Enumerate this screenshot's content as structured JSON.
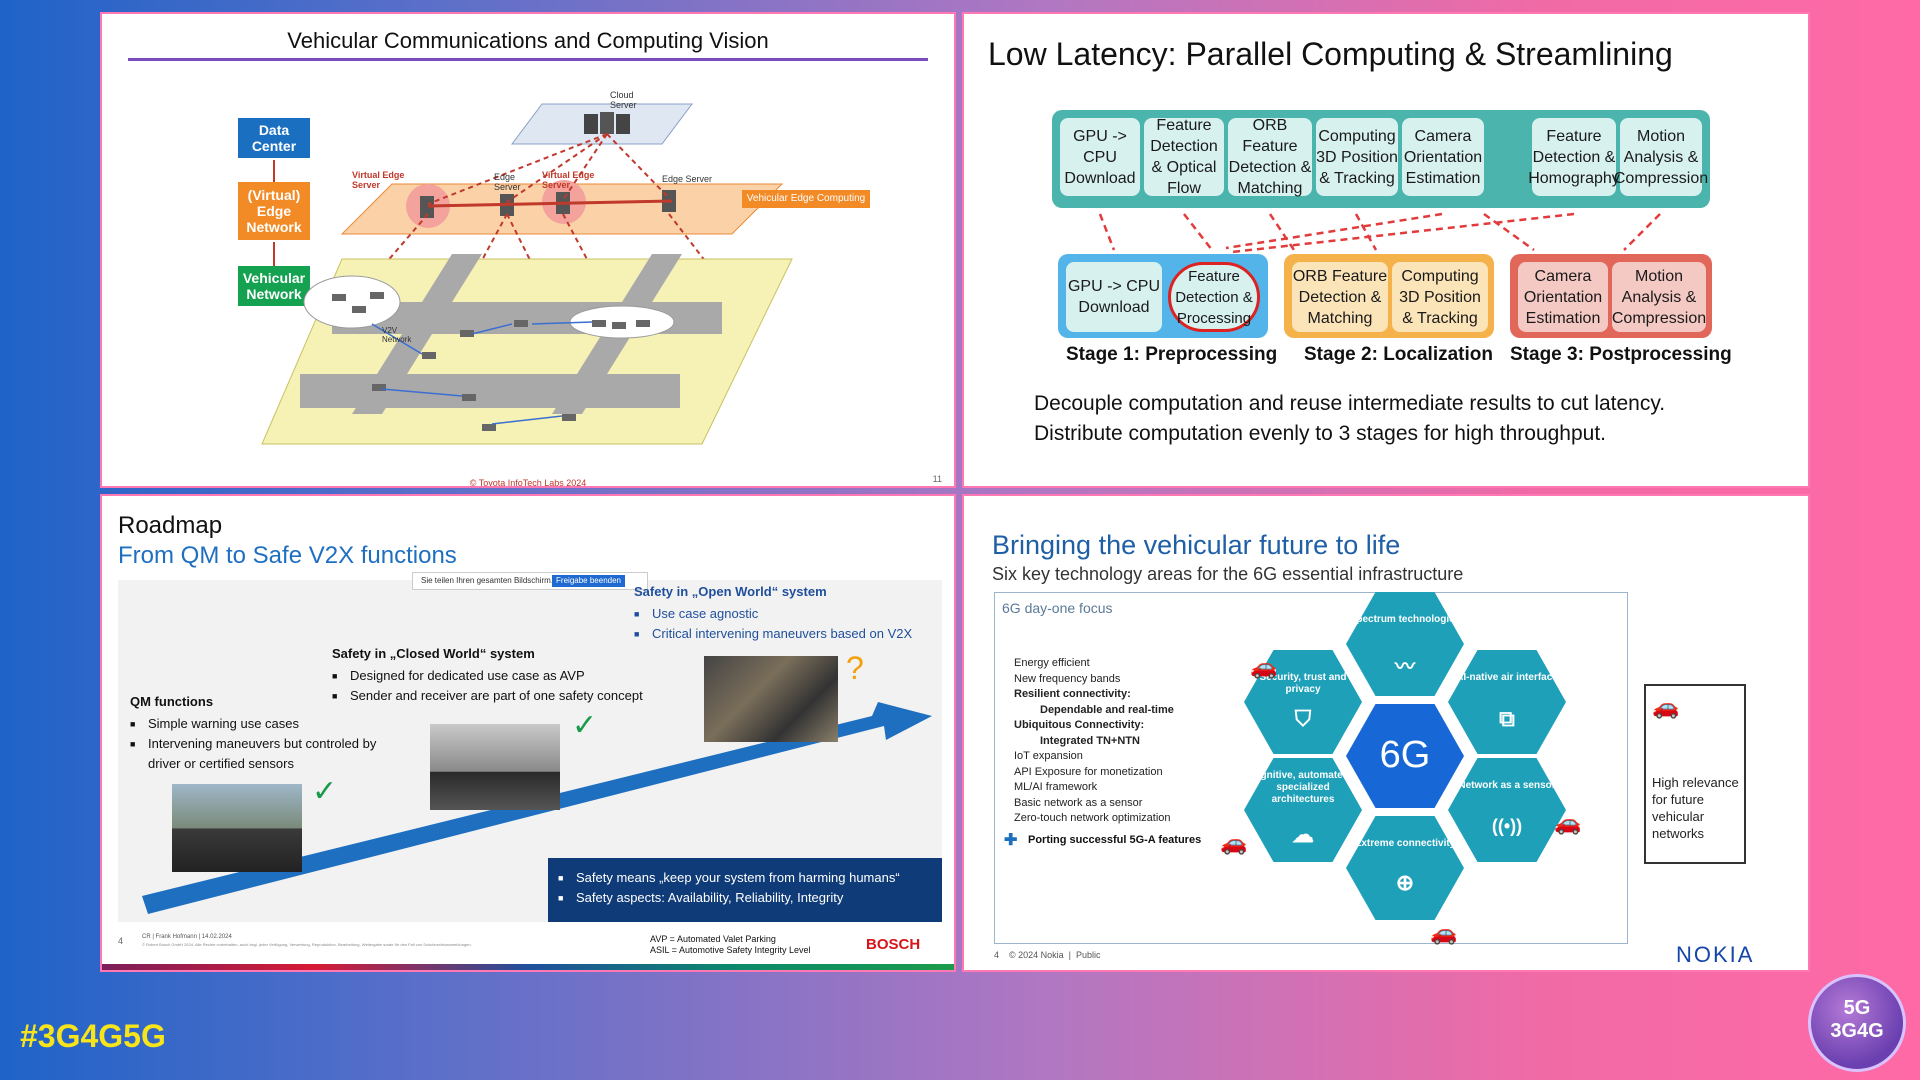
{
  "tl": {
    "title": "Vehicular Communications and Computing Vision",
    "stack": [
      "Data Center",
      "(Virtual) Edge Network",
      "Vehicular Network"
    ],
    "cloud_label": "Cloud Server",
    "vec_label": "Vehicular Edge Computing",
    "labels": {
      "virtual_edge_1": "Virtual Edge Server",
      "edge_server_1": "Edge Server",
      "virtual_edge_2": "Virtual Edge Server",
      "edge_server_2": "Edge Server",
      "v2v": "V2V Network"
    },
    "copyright": "© Toyota InfoTech Labs 2024",
    "page": "11"
  },
  "tr": {
    "title": "Low Latency: Parallel Computing & Streamlining",
    "top_cells": [
      "GPU -> CPU Download",
      "Feature Detection & Optical Flow",
      "ORB Feature Detection & Matching",
      "Computing 3D Position & Tracking",
      "Camera Orientation Estimation",
      "Feature Detection & Homography",
      "Motion Analysis & Compression"
    ],
    "stage1_cells": [
      "GPU -> CPU Download",
      "Feature Detection & Processing"
    ],
    "stage2_cells": [
      "ORB Feature Detection & Matching",
      "Computing 3D Position & Tracking"
    ],
    "stage3_cells": [
      "Camera Orientation Estimation",
      "Motion Analysis & Compression"
    ],
    "stage_labels": [
      "Stage 1: Preprocessing",
      "Stage 2: Localization",
      "Stage 3: Postprocessing"
    ],
    "desc1": "Decouple computation and reuse intermediate results to cut latency.",
    "desc2": "Distribute computation evenly to 3 stages for high throughput.",
    "colors": {
      "stage1": "#52b4e8",
      "stage2": "#f6b24a",
      "stage3": "#e2675b",
      "top": "#4bb5ad"
    }
  },
  "bl": {
    "title": "Roadmap",
    "subtitle": "From QM to Safe V2X functions",
    "share_text": "Sie teilen Ihren gesamten Bildschirm.",
    "share_button": "Freigabe beenden",
    "qm_heading": "QM functions",
    "qm_items": [
      "Simple warning use cases",
      "Intervening maneuvers but controled by driver or certified sensors"
    ],
    "closed_heading": "Safety in „Closed World“ system",
    "closed_items": [
      "Designed for dedicated use case as AVP",
      "Sender and receiver are part of one safety concept"
    ],
    "open_heading": "Safety in „Open World“ system",
    "open_items": [
      "Use case agnostic",
      "Critical intervening maneuvers based on V2X"
    ],
    "safety_items": [
      "Safety means „keep your system from harming humans“",
      "Safety aspects: Availability, Reliability, Integrity"
    ],
    "footer_page": "4",
    "footer_author": "CR | Frank Hofmann | 14.02.2024",
    "footer_legal": "© Robert Bosch GmbH 2024. Alle Rechte vorbehalten, auch bzgl. jeder Verfügung, Verwertung, Reproduktion, Bearbeitung, Weitergabe sowie für den Fall von Schutzrechtsanmeldungen.",
    "abbr1": "AVP = Automated Valet Parking",
    "abbr2": "ASIL = Automotive Safety Integrity Level",
    "brand": "BOSCH",
    "question_mark": "?"
  },
  "br": {
    "title": "Bringing the vehicular future to life",
    "subtitle": "Six key technology areas for the 6G essential infrastructure",
    "focus_label": "6G day-one focus",
    "items": [
      {
        "text": "Energy efficient",
        "bold": false
      },
      {
        "text": "New frequency bands",
        "bold": false
      },
      {
        "text": "Resilient connectivity:",
        "bold": true
      },
      {
        "text": "Dependable and real-time",
        "bold": true,
        "indent": true
      },
      {
        "text": "Ubiquitous Connectivity:",
        "bold": true
      },
      {
        "text": "Integrated TN+NTN",
        "bold": true,
        "indent": true
      },
      {
        "text": "IoT expansion",
        "bold": false
      },
      {
        "text": "API Exposure for monetization",
        "bold": false
      },
      {
        "text": "ML/AI framework",
        "bold": false
      },
      {
        "text": "Basic network as a sensor",
        "bold": false
      },
      {
        "text": "Zero-touch network optimization",
        "bold": false
      }
    ],
    "porting": "Porting successful 5G-A features",
    "hex_center": "6G",
    "hexes": {
      "spectrum": "Spectrum technologies",
      "ai": "AI-native air interface",
      "network_sensor": "Network as a sensor",
      "extreme": "Extreme connectivity",
      "cognitive": "Cognitive, automated & specialized architectures",
      "security": "Security, trust and privacy"
    },
    "legend": "High relevance for future vehicular networks",
    "footer": "4    © 2024 Nokia  |  Public",
    "brand": "NOKIA"
  },
  "overlay": {
    "hashtag": "#3G4G5G",
    "logo_top": "5G",
    "logo_bottom": "3G4G"
  }
}
